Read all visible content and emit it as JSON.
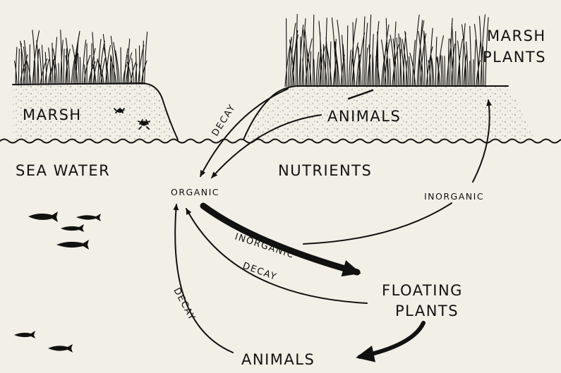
{
  "labels": {
    "marsh_plants_line1": "MARSH",
    "marsh_plants_line2": "PLANTS",
    "marsh": "MARSH",
    "animals_top": "ANIMALS",
    "decay_top": "DECAY",
    "sea_water": "SEA WATER",
    "nutrients": "NUTRIENTS",
    "organic": "ORGANIC",
    "inorganic_right": "INORGANIC",
    "inorganic_center": "INORGANIC",
    "decay_middle": "DECAY",
    "decay_left": "DECAY",
    "floating_plants_line1": "FLOATING",
    "floating_plants_line2": "PLANTS",
    "animals_bottom": "ANIMALS"
  },
  "icons": [
    "marsh-grass-icon",
    "crab-icon",
    "fish-icon",
    "water-wave-icon"
  ],
  "colors": {
    "ink": "#111111",
    "paper": "#f2efe6"
  }
}
